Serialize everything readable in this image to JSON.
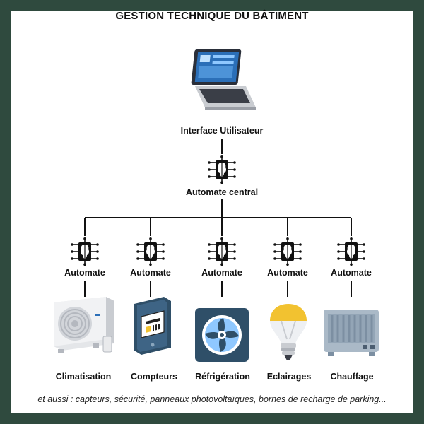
{
  "title": "GESTION TECHNIQUE DU BÂTIMENT",
  "top_node": {
    "label": "Interface Utilisateur",
    "icon": "laptop-icon"
  },
  "central_node": {
    "label": "Automate central",
    "icon": "chip-icon"
  },
  "branches": [
    {
      "automate_label": "Automate",
      "device_label": "Climatisation",
      "device_icon": "air-conditioner-icon"
    },
    {
      "automate_label": "Automate",
      "device_label": "Compteurs",
      "device_icon": "meter-icon"
    },
    {
      "automate_label": "Automate",
      "device_label": "Réfrigération",
      "device_icon": "fan-icon"
    },
    {
      "automate_label": "Automate",
      "device_label": "Eclairages",
      "device_icon": "light-bulb-icon"
    },
    {
      "automate_label": "Automate",
      "device_label": "Chauffage",
      "device_icon": "radiator-icon"
    }
  ],
  "footer": "et aussi : capteurs, sécurité, panneaux photovoltaïques, bornes de recharge de parking...",
  "colors": {
    "frame": "#2f4a3e",
    "line": "#111111",
    "bulb": "#f2c230",
    "fan": "#2f4f68"
  }
}
